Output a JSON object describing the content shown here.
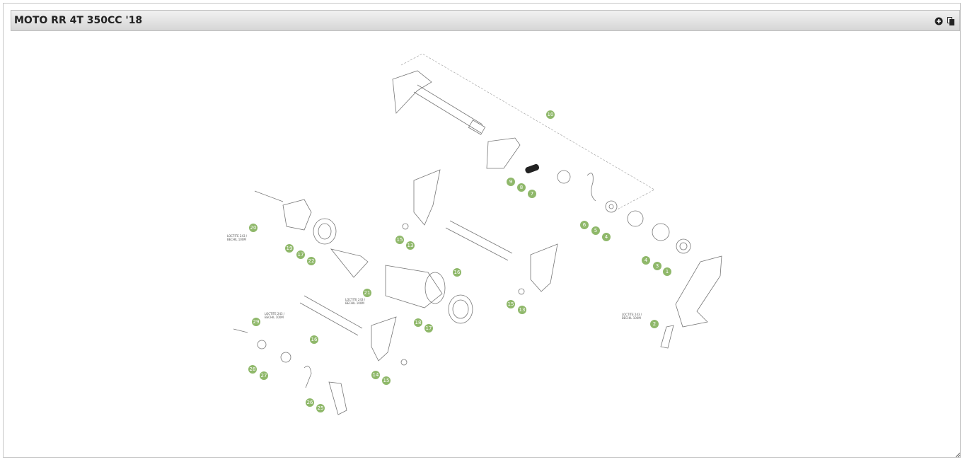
{
  "window": {
    "title": "MOTO RR 4T 350CC '18",
    "icons": [
      "add-circle-icon",
      "copy-icon"
    ]
  },
  "diagram": {
    "callouts": [
      "10",
      "9",
      "8",
      "7",
      "6",
      "5",
      "4",
      "4",
      "3",
      "1",
      "2",
      "20",
      "19",
      "17",
      "22",
      "15",
      "13",
      "16",
      "21",
      "18",
      "17",
      "15",
      "13",
      "29",
      "16",
      "28",
      "27",
      "14",
      "15",
      "26",
      "25"
    ],
    "notes": [
      {
        "line1": "LOCTITE 243 /",
        "line2": "BECHIL 100M"
      },
      {
        "line1": "LOCTITE 243 /",
        "line2": "BECHIL 100M"
      },
      {
        "line1": "LOCTITE 243 /",
        "line2": "BECHIL 100M"
      },
      {
        "line1": "LOCTITE 243 /",
        "line2": "BECHIL 100M"
      }
    ]
  }
}
